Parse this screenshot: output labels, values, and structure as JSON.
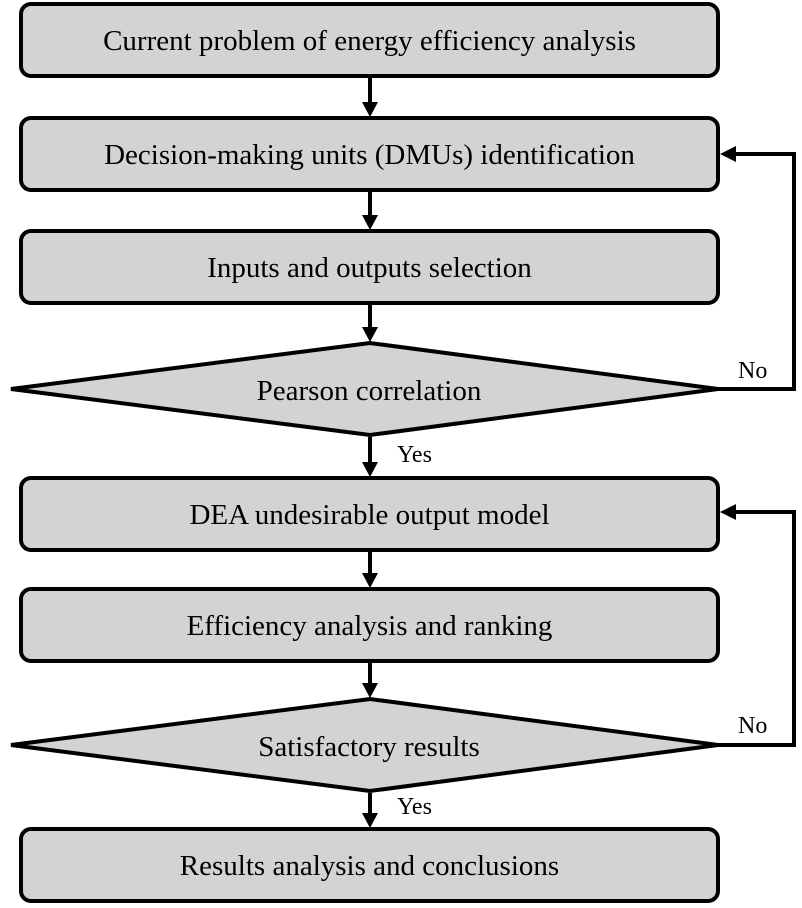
{
  "flowchart": {
    "steps": [
      "Current problem of energy efficiency analysis",
      "Decision-making units (DMUs) identification",
      "Inputs and outputs selection",
      "DEA undesirable output model",
      "Efficiency analysis and ranking",
      "Results analysis and conclusions"
    ],
    "decisions": [
      "Pearson correlation",
      "Satisfactory results"
    ],
    "labels": {
      "yes": "Yes",
      "no": "No"
    }
  }
}
